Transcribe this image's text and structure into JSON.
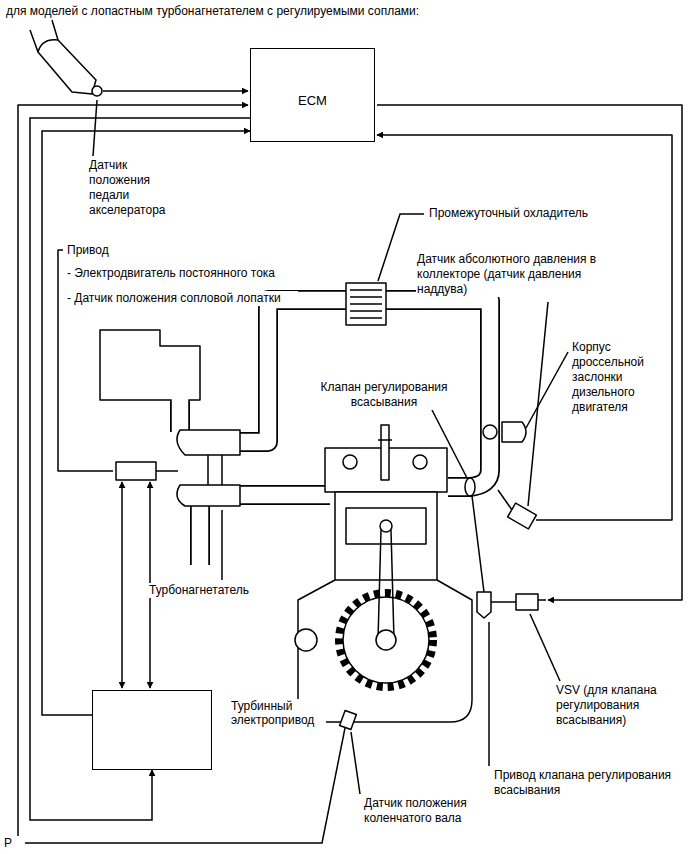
{
  "diagram": {
    "title": "для моделей с лопастным турбонагнетателем с регулируемыми соплами:",
    "nodes": [
      {
        "text": [
          "ECM"
        ]
      },
      {
        "text": [
          "Турбинный электропривод"
        ]
      }
    ],
    "edges": [
      {
        "from": 1,
        "to": 0,
        "arrow": "to"
      },
      {
        "from": 0,
        "to": 1,
        "arrow": "to"
      }
    ],
    "labels": [
      "Датчик положения педали акселератора",
      "Промежуточный охладитель",
      "Привод",
      "- Электродвигатель постоянного тока",
      "- Датчик положения сопловой лопатки",
      "Датчик абсолютного давления в коллекторе (датчик давления наддува)",
      "Корпус дроссельной заслонки дизельного двигателя",
      "Клапан регулирования всасывания",
      "Турбонагнетатель",
      "VSV (для клапана регулирования всасывания)",
      "Привод клапана регулирования всасывания",
      "Датчик положения коленчатого вала",
      "P"
    ]
  }
}
